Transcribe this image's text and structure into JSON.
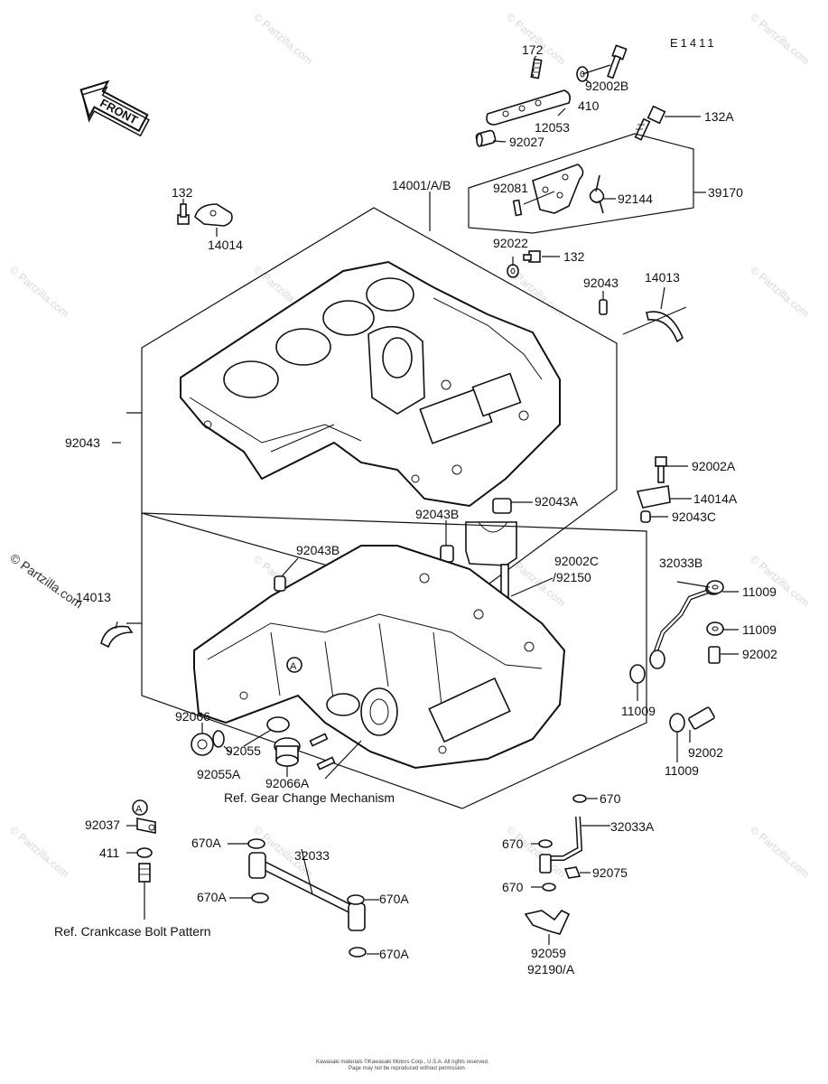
{
  "diagram_code": "E1411",
  "front_arrow_label": "FRONT",
  "watermark": "© Partzilla.com",
  "labels": {
    "p172": "172",
    "p92002B": "92002B",
    "p410": "410",
    "p12053": "12053",
    "p92027": "92027",
    "p132A": "132A",
    "p92081": "92081",
    "p92144": "92144",
    "p39170": "39170",
    "p132_left": "132",
    "p14014": "14014",
    "p14001": "14001/A/B",
    "p92022": "92022",
    "p132_mid": "132",
    "p92043_top": "92043",
    "p14013_top": "14013",
    "p92043_left": "92043",
    "p92002A": "92002A",
    "p14014A": "14014A",
    "p92043C": "92043C",
    "p92043A": "92043A",
    "p92043B_mid": "92043B",
    "p92002C": "92002C",
    "p92150": "/92150",
    "p92043B_low": "92043B",
    "p32033B": "32033B",
    "p11009_a": "11009",
    "p11009_b": "11009",
    "p92002_a": "92002",
    "p14013_left": "14013",
    "p11009_c": "11009",
    "p92002_b": "92002",
    "p11009_d": "11009",
    "p92066": "92066",
    "p92055": "92055",
    "p92055A": "92055A",
    "p92066A": "92066A",
    "ref_gear": "Ref. Gear Change Mechanism",
    "p670_top": "670",
    "p92037": "92037",
    "p32033A": "32033A",
    "p670A_1": "670A",
    "p32033": "32033",
    "p670_mid": "670",
    "p411": "411",
    "p92075": "92075",
    "p670A_2": "670A",
    "p670A_3": "670A",
    "p670_low": "670",
    "p670A_4": "670A",
    "ref_crank": "Ref. Crankcase Bolt Pattern",
    "p92059": "92059",
    "p92190": "92190/A",
    "circle_A1": "A",
    "circle_A2": "A"
  },
  "footer": {
    "line1": "Kawasaki materials ©Kawasaki Motors Corp., U.S.A. All rights reserved.",
    "line2": "Page may not be reproduced without permission."
  }
}
